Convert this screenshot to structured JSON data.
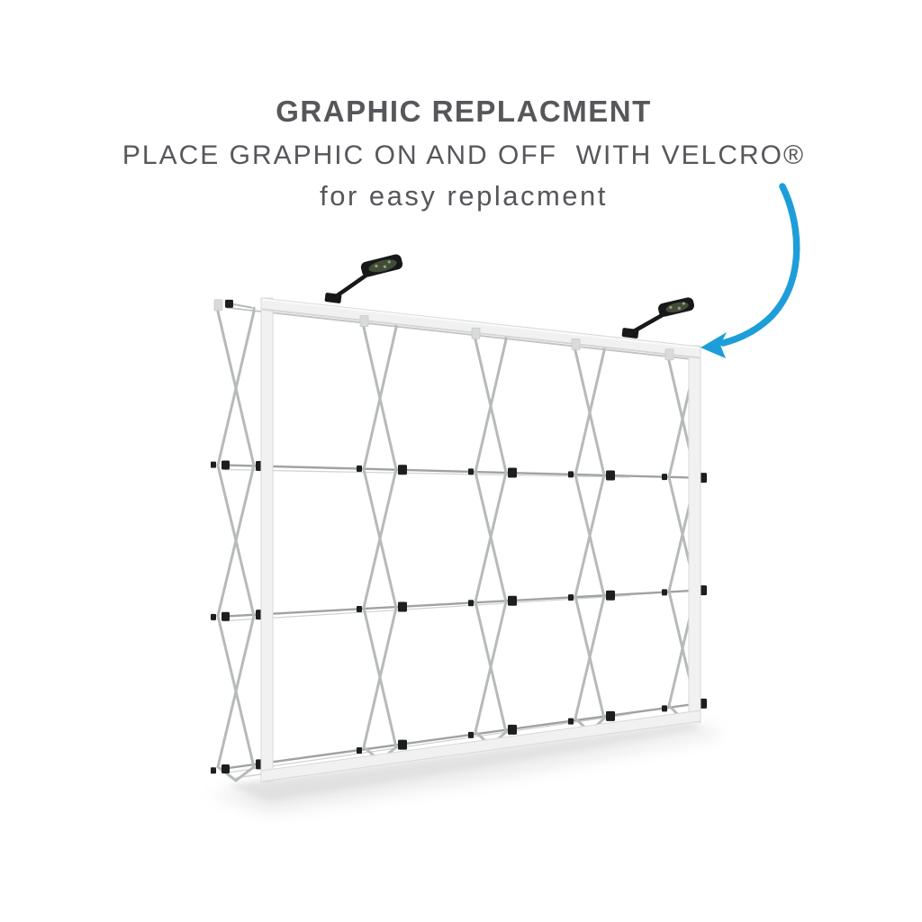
{
  "header": {
    "title": "GRAPHIC REPLACMENT",
    "subtitle": "PLACE GRAPHIC ON AND OFF  WITH VELCRO®",
    "tagline": "for easy replacment"
  },
  "colors": {
    "background": "#ffffff",
    "heading_text": "#56575B",
    "arrow_blue": "#1E9ED9",
    "frame_fill": "#f1f1f2",
    "frame_edge": "#d7d9da",
    "frame_highlight": "#fafafa",
    "strut": "#b7babb",
    "hub_bar": "#9fa2a3",
    "hub_bar_echo": "#cfd2d2",
    "clip_black": "#1d1e20",
    "spotlight_black": "#17181a",
    "led_face": "#434c39",
    "led_speckle": "#93a383",
    "hub_square": "#d8dadb",
    "shadow": "#d9d9d9"
  },
  "icons": {
    "arrow": "curved-arrow-pointing-to-frame",
    "spotlight": "clamp-spotlight"
  }
}
